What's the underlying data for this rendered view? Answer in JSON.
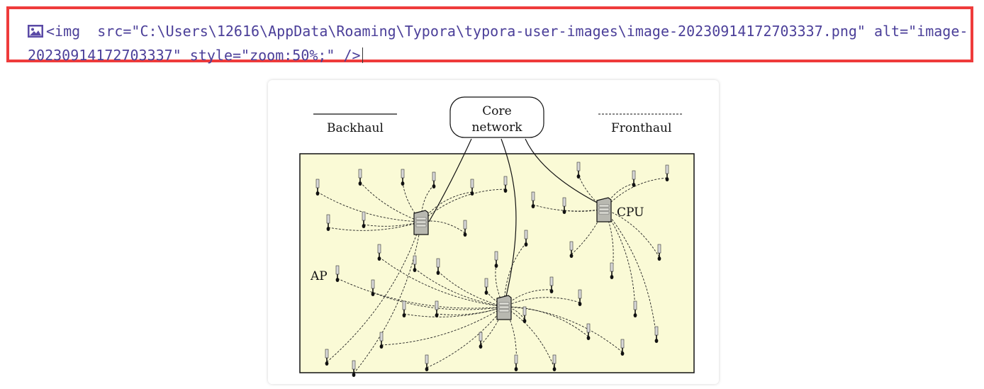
{
  "editor": {
    "source_code": "<img  src=\"C:\\Users\\12616\\AppData\\Roaming\\Typora\\typora-user-images\\image-20230914172703337.png\" alt=\"image-20230914172703337\" style=\"zoom:50%;\" />",
    "icon": "image-icon"
  },
  "figure": {
    "core_network_line1": "Core",
    "core_network_line2": "network",
    "legend_backhaul": "Backhaul",
    "legend_fronthaul": "Fronthaul",
    "label_cpu": "CPU",
    "label_ap": "AP",
    "colors": {
      "area_fill": "#fafad6",
      "server_fill": "#b8b8b0",
      "highlight_border": "#ef3b3b",
      "source_text": "#4b3f99"
    }
  }
}
